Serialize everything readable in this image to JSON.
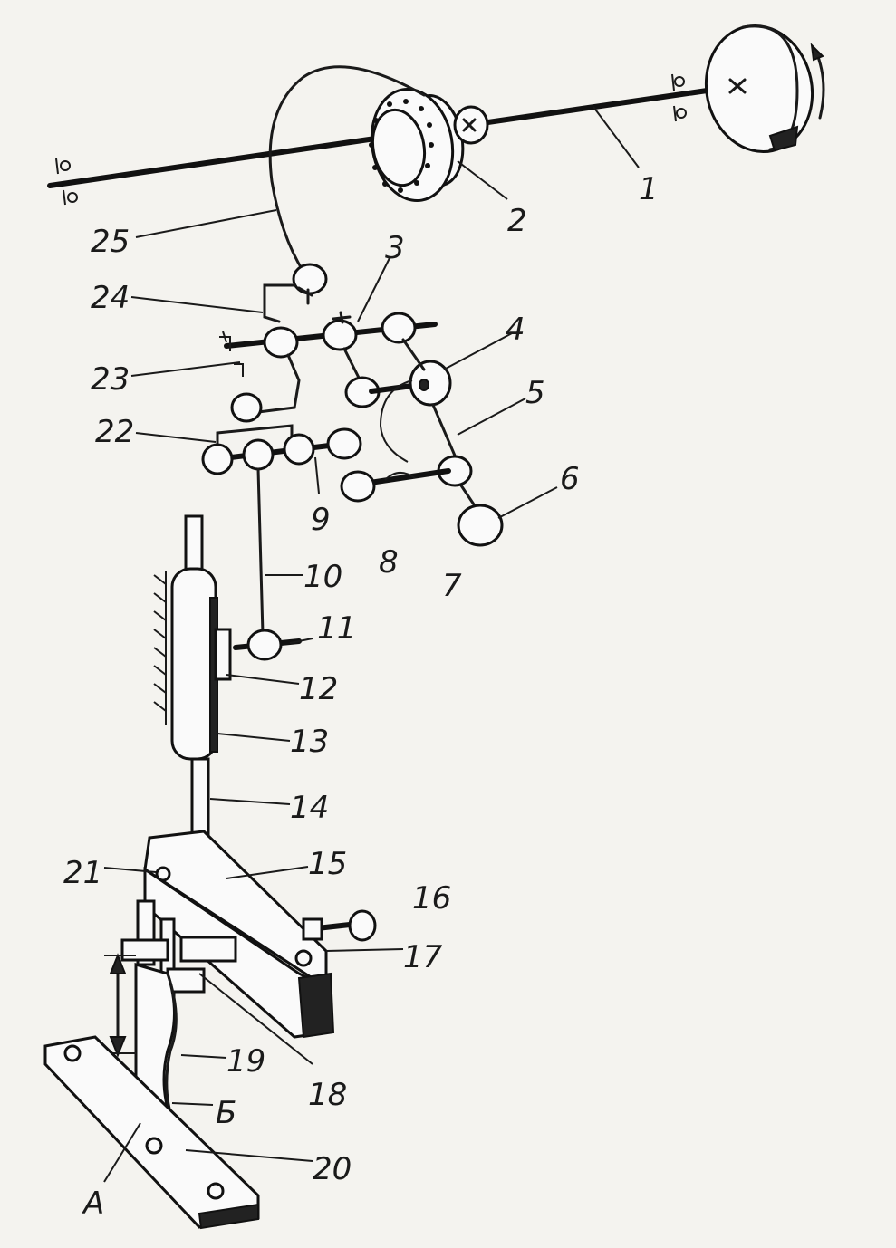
{
  "labels": {
    "l1": "1",
    "l2": "2",
    "l3": "3",
    "l4": "4",
    "l5": "5",
    "l6": "6",
    "l7": "7",
    "l8": "8",
    "l9": "9",
    "l10": "10",
    "l11": "11",
    "l12": "12",
    "l13": "13",
    "l14": "14",
    "l15": "15",
    "l16": "16",
    "l17": "17",
    "l18": "18",
    "l19": "19",
    "l20": "20",
    "l21": "21",
    "l22": "22",
    "l23": "23",
    "l24": "24",
    "l25": "25",
    "lA": "A",
    "lB": "Б"
  },
  "colors": {
    "ink": "#1a1a1a",
    "paper": "#f4f3ef"
  }
}
